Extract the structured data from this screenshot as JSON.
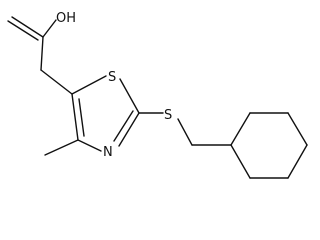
{
  "molecule": {
    "atoms": {
      "hydroxyl": "OH",
      "ring_sulfur": "S",
      "thioether_sulfur": "S",
      "ring_nitrogen": "N"
    }
  }
}
